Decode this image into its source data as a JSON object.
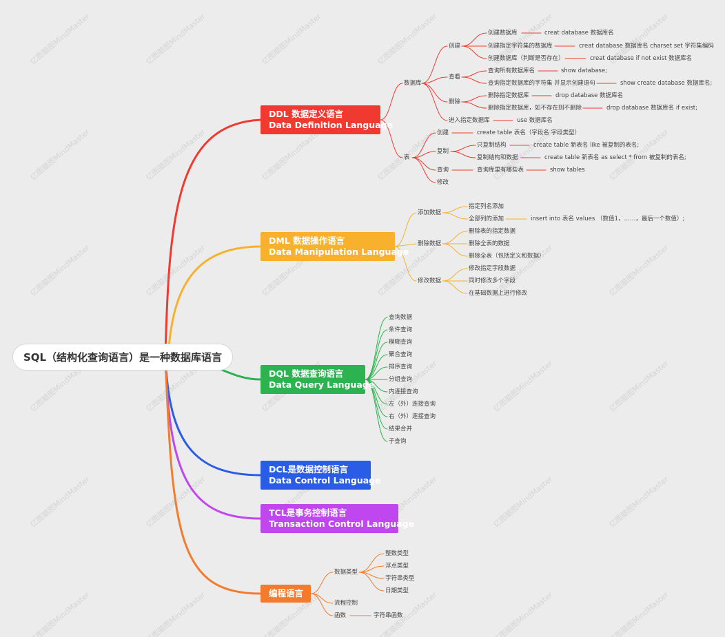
{
  "root": {
    "text": "SQL（结构化查询语言）是一种数据库语言"
  },
  "branches": [
    {
      "id": "ddl",
      "line1": "DDL 数据定义语言",
      "line2": "Data Definition Language",
      "color": "#f03a2f"
    },
    {
      "id": "dml",
      "line1": "DML 数据操作语言",
      "line2": "Data Manipulation Language",
      "color": "#f7b12c"
    },
    {
      "id": "dql",
      "line1": "DQL 数据查询语言",
      "line2": "Data Query Language",
      "color": "#2cb24f"
    },
    {
      "id": "dcl",
      "line1": "DCL是数据控制语言",
      "line2": "Data Control Language",
      "color": "#2a5de6"
    },
    {
      "id": "tcl",
      "line1": "TCL是事务控制语言",
      "line2": "Transaction Control Language",
      "color": "#c046f0"
    },
    {
      "id": "prog",
      "line1": "编程语言",
      "line2": "",
      "color": "#f47b2b"
    }
  ],
  "ddl": {
    "database": "数据库",
    "create": "创建",
    "create_db": "创建数据库",
    "create_db_sql": "creat database 数据库名",
    "create_db_charset": "创建指定字符集的数据库",
    "create_db_charset_sql": "creat database 数据库名 charset set 字符集编码",
    "create_db_check": "创建数据库（判断是否存在）",
    "create_db_check_sql": "creat database if not exist 数据库名",
    "view": "查看",
    "view_all": "查询所有数据库名",
    "view_all_sql": "show database;",
    "view_charset": "查询指定数据库的字符集 并显示创建语句",
    "view_charset_sql": "show create database 数据库名;",
    "delete": "删除",
    "delete_db": "删除指定数据库",
    "delete_db_sql": "drop database 数据库名",
    "delete_db_check": "删除指定数据库，如不存在则不删除",
    "delete_db_check_sql": "drop database 数据库名 if exist;",
    "enter": "进入指定数据库",
    "enter_sql": "use 数据库名",
    "table": "表",
    "t_create": "创建",
    "t_create_sql": "create table 表名（字段名 字段类型）",
    "t_copy": "复制",
    "t_copy_struct": "只复制结构",
    "t_copy_struct_sql": "create table 新表名 like 被复制的表名;",
    "t_copy_data": "复制结构和数据",
    "t_copy_data_sql": "create table 新表名 as select * from 被复制的表名;",
    "t_query": "查询",
    "t_query_list": "查询库里有哪些表",
    "t_query_sql": "show tables",
    "t_modify": "修改"
  },
  "dml": {
    "add": "添加数据",
    "add_col": "指定列名添加",
    "add_all": "全部列的添加",
    "add_all_sql": "insert into 表名 values （数值1，……，最后一个数值）;",
    "del": "删除数据",
    "del_spec": "删除表的指定数据",
    "del_all": "删除全表的数据",
    "del_full": "删除全表（包括定义和数据）",
    "mod": "修改数据",
    "mod_field": "修改指定字段数据",
    "mod_multi": "同时修改多个字段",
    "mod_base": "在基础数据上进行修改"
  },
  "dql": {
    "items": [
      "查询数据",
      "条件查询",
      "模糊查询",
      "聚合查询",
      "排序查询",
      "分组查询",
      "内连接查询",
      "左（外）连接查询",
      "右（外）连接查询",
      "结果合并",
      "子查询"
    ]
  },
  "prog": {
    "types": "数据类型",
    "int": "整数类型",
    "float": "浮点类型",
    "string": "字符串类型",
    "date": "日期类型",
    "flow": "流程控制",
    "func": "函数",
    "strfunc": "字符串函数"
  },
  "watermark": "亿图脑图MindMaster"
}
